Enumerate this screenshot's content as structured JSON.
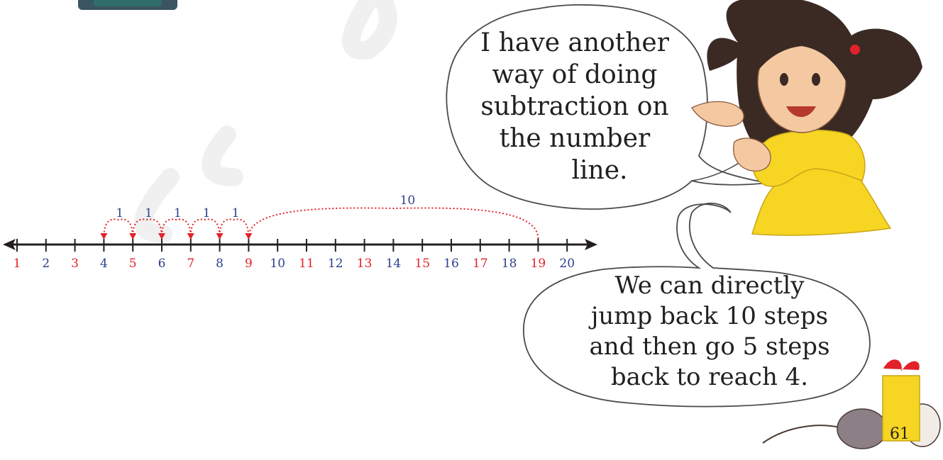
{
  "speech_top": {
    "lines": [
      "I have another",
      "way of doing",
      "subtraction on",
      "the number",
      "line."
    ]
  },
  "speech_bottom": {
    "lines": [
      "We can directly",
      "jump back 10 steps",
      "and then go 5 steps",
      "back to reach 4."
    ]
  },
  "number_line": {
    "start": 1,
    "end": 20,
    "labels": [
      "1",
      "2",
      "3",
      "4",
      "5",
      "6",
      "7",
      "8",
      "9",
      "10",
      "11",
      "12",
      "13",
      "14",
      "15",
      "16",
      "17",
      "18",
      "19",
      "20"
    ],
    "red_numbers": [
      1,
      3,
      5,
      7,
      9,
      11,
      13,
      15,
      17,
      19
    ],
    "blue_numbers": [
      2,
      4,
      6,
      8,
      10,
      12,
      14,
      16,
      18,
      20
    ],
    "jumps": [
      {
        "from": 19,
        "to": 9,
        "label": "10"
      },
      {
        "from": 9,
        "to": 8,
        "label": "1"
      },
      {
        "from": 8,
        "to": 7,
        "label": "1"
      },
      {
        "from": 7,
        "to": 6,
        "label": "1"
      },
      {
        "from": 6,
        "to": 5,
        "label": "1"
      },
      {
        "from": 5,
        "to": 4,
        "label": "1"
      }
    ]
  },
  "page_number": "61",
  "colors": {
    "red": "#e2222a",
    "blue": "#2e3f8f",
    "dress": "#f6d523",
    "line": "#231f20"
  }
}
